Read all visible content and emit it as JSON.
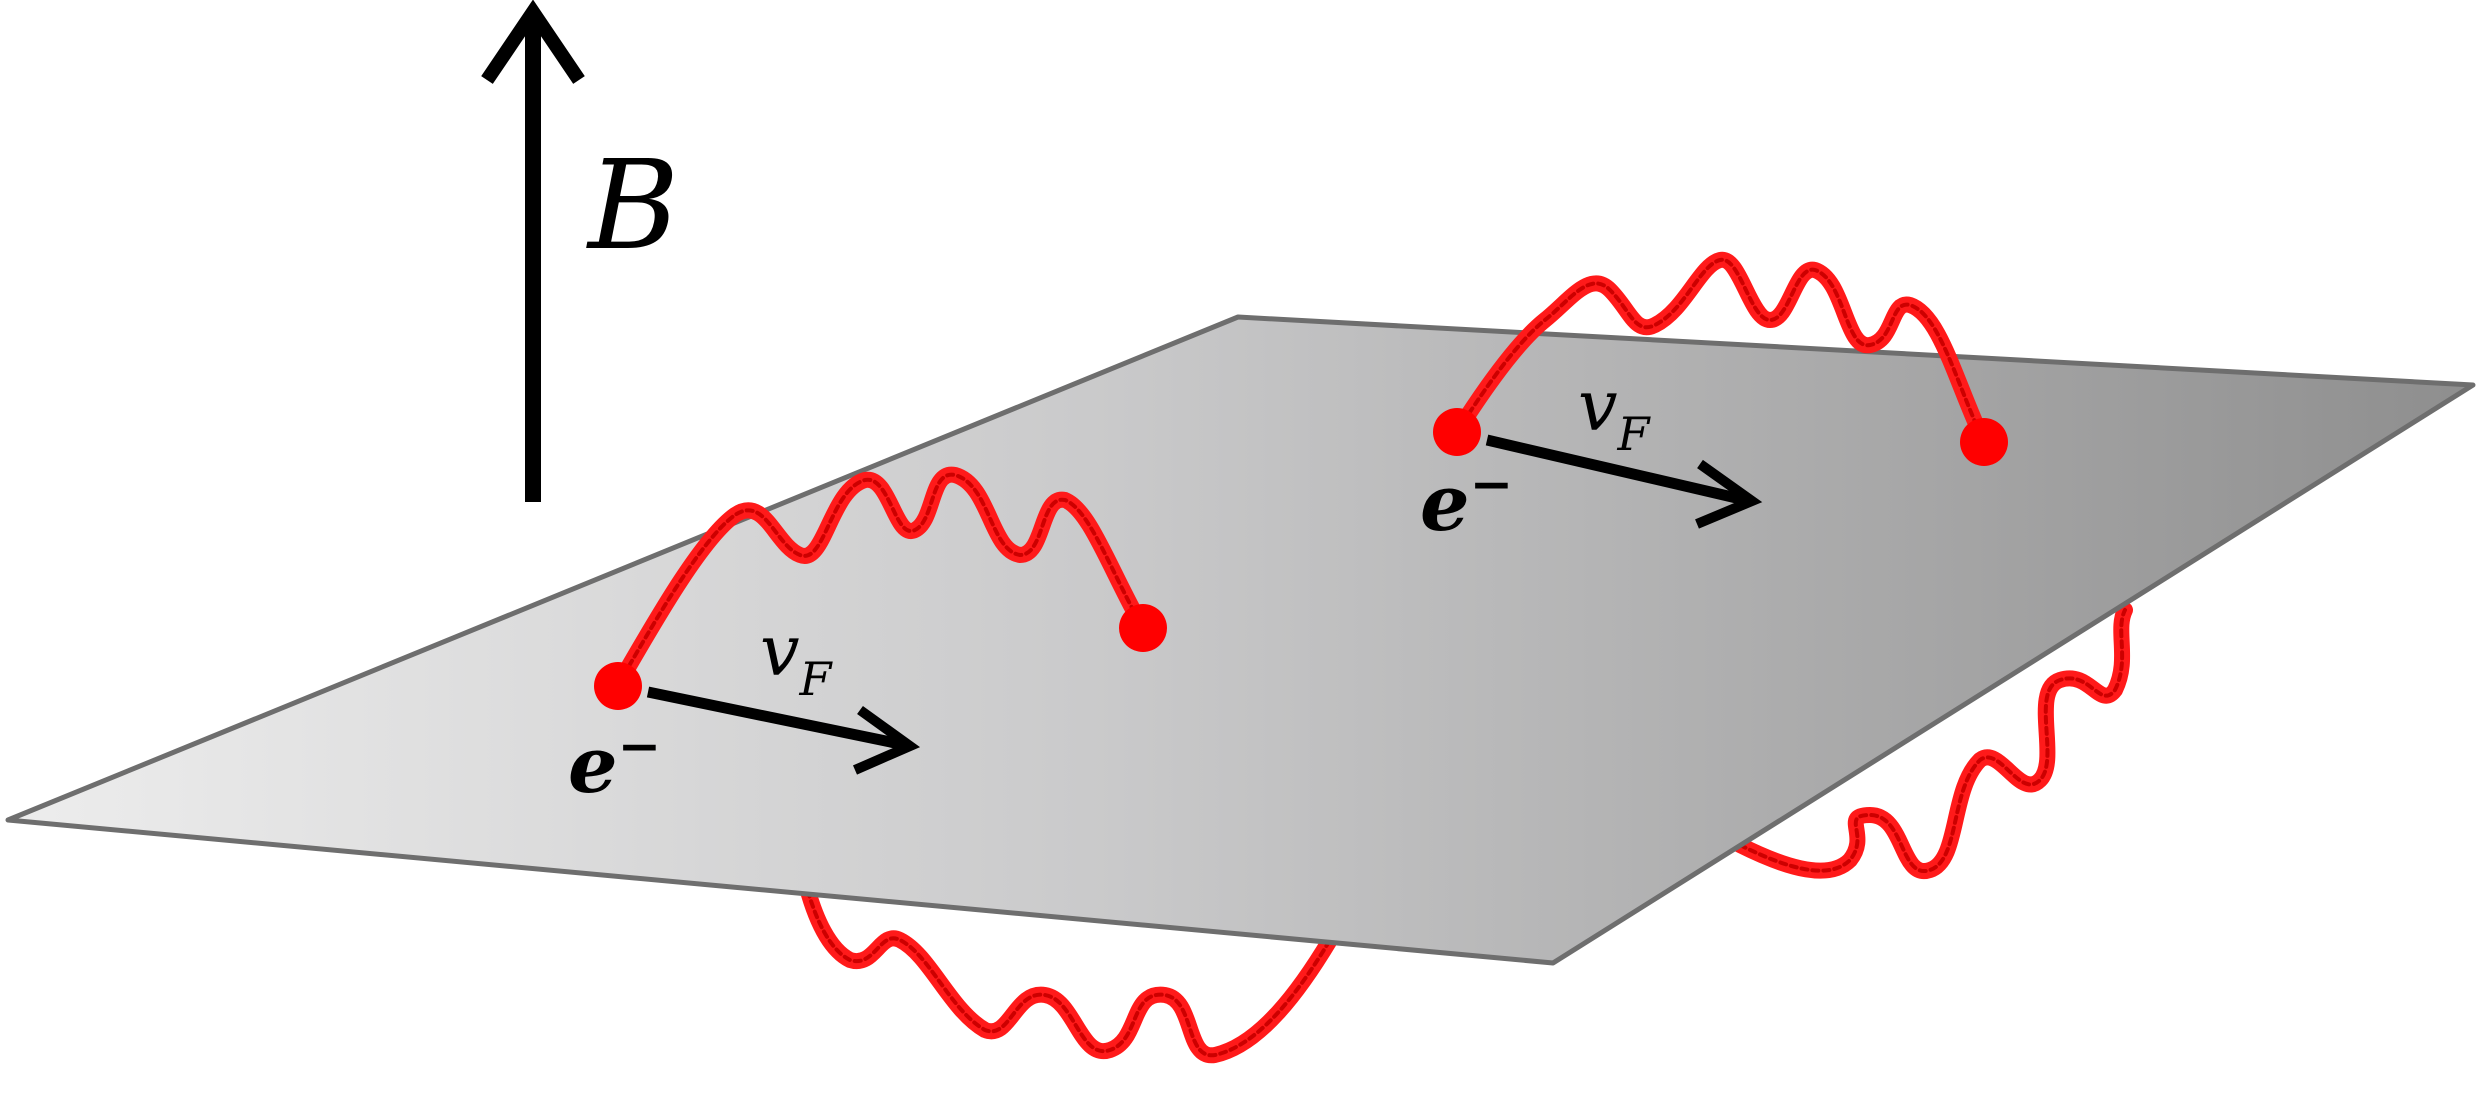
{
  "labels": {
    "field": "B",
    "velocity_main": "v",
    "velocity_sub": "F",
    "charge_main": "e",
    "charge_sup": "−"
  },
  "colors": {
    "wave": "#ff1a1a",
    "wave_dark": "#cc0000",
    "electron": "#ff0000",
    "arrow": "#000000",
    "plane_light": "#ececec",
    "plane_dark": "#8f8f8f",
    "plane_edge": "#6e6e6e"
  },
  "icons": {
    "field_arrow": "magnetic-field-arrow",
    "velocity_arrow": "velocity-arrow",
    "electron": "electron-dot"
  }
}
